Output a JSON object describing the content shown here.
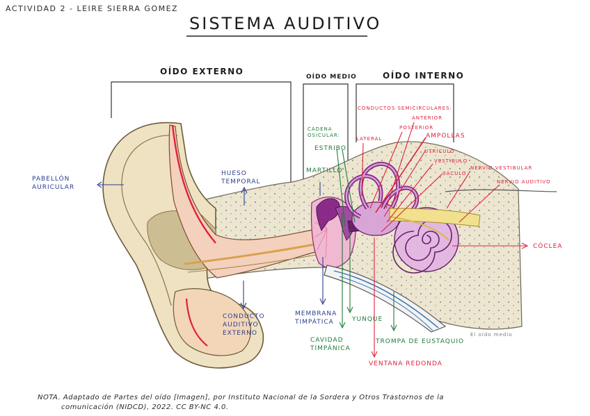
{
  "header": {
    "activity": "ACTIVIDAD 2 - LEIRE SIERRA GOMEZ",
    "title": "SISTEMA AUDITIVO"
  },
  "sections": {
    "outer": "OÍDO EXTERNO",
    "middle": "OÍDO MEDIO",
    "inner": "OÍDO INTERNO"
  },
  "labels": {
    "pabellon": [
      "PABELLÓN",
      "AURICULAR"
    ],
    "hueso": [
      "HUESO",
      "TEMPORAL"
    ],
    "conducto": [
      "CONDUCTO",
      "AUDITIVO",
      "EXTERNO"
    ],
    "membrana": [
      "MEMBRANA",
      "TIMPÁTICA"
    ],
    "cavidad": [
      "CAVIDAD",
      "TIMPÁNICA"
    ],
    "yunque": "YUNQUE",
    "trompa": "TROMPA DE EUSTAQUIO",
    "ventana": "VENTANA REDONDA",
    "coclea": "CÓCLEA",
    "cadena": [
      "CADENA",
      "OSICULAR:"
    ],
    "estribo": "ESTRIBO",
    "martillo": "MARTILLO",
    "conductos": "CONDUCTOS SEMICIRCULARES:",
    "anterior": "ANTERIOR",
    "posterior": "POSTERIOR",
    "lateral": "LATERAL",
    "ampollas": "AMPOLLAS",
    "utriculo": "UTRÍCULO",
    "vestibulo": "VESTÍBULO",
    "saculo": "SÁCULO",
    "nervio_vest": "NERVIO VESTIBULAR",
    "nervio_aud": "NERVIO AUDITIVO"
  },
  "credit": "El oído medio",
  "note": {
    "line1": "NOTA. Adaptado de Partes del oído [Imagen], por Instituto Nacional de la Sordera y Otros Trastornos de la",
    "line2": "comunicación (NIDCD), 2022. CC BY-NC 4.0."
  },
  "colors": {
    "outer_label": "#2a3d8f",
    "middle_label": "#1e7a3a",
    "inner_label": "#e0203a",
    "skin": "#efe2c2",
    "bone": "#ede7d2",
    "canal": "#d9a14d",
    "cochlea": "#b04bb0"
  }
}
